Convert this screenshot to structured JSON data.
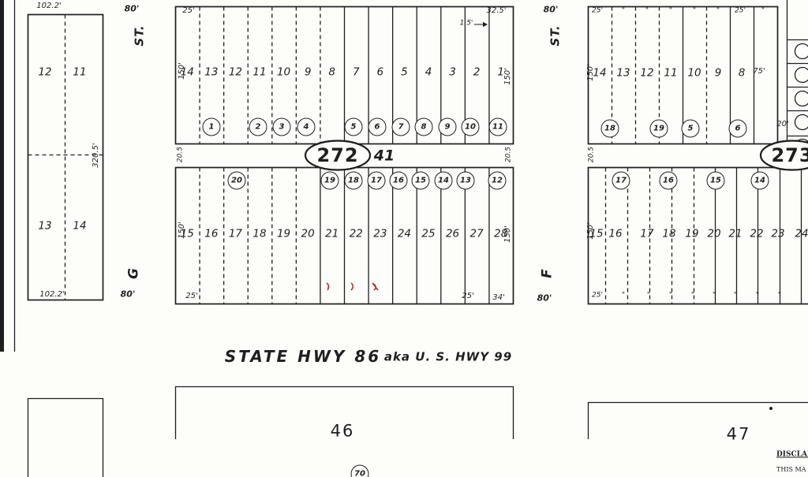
{
  "colors": {
    "ink": "#1f1f1f",
    "red": "#b03030",
    "paper": "#fdfdfa"
  },
  "left_block": {
    "dim_top": "102.2'",
    "dim_bottom": "102.2'",
    "dim_side": "320.5'",
    "lots": [
      "12",
      "11",
      "13",
      "14"
    ]
  },
  "streets": {
    "st_left": {
      "name": "ST.",
      "width": "80'"
    },
    "st_right": {
      "name": "ST.",
      "width": "80'"
    },
    "g_street": {
      "name": "G",
      "width": "80'"
    },
    "f_street": {
      "name": "F",
      "width": "80'"
    },
    "highway": {
      "name": "STATE HWY 86",
      "aka": "aka U. S. HWY 99"
    }
  },
  "block_272": {
    "number": "272",
    "tract": "41",
    "street_dim_left": "20.5",
    "street_dim_right": "20.5",
    "upper": {
      "dim_left_top": "25'",
      "dim_right_top": "32.5'",
      "dim_arrow": "1.5'",
      "dim_depth_left": "150'",
      "dim_depth_right": "150'",
      "lots": [
        "14",
        "13",
        "12",
        "11",
        "10",
        "9",
        "8",
        "7",
        "6",
        "5",
        "4",
        "3",
        "2",
        "1"
      ],
      "pins": [
        "1",
        "2",
        "3",
        "4",
        "5",
        "6",
        "7",
        "8",
        "9",
        "10",
        "11"
      ]
    },
    "lower": {
      "pins": [
        "20",
        "19",
        "18",
        "17",
        "16",
        "15",
        "14",
        "13",
        "12"
      ],
      "lots": [
        "15",
        "16",
        "17",
        "18",
        "19",
        "20",
        "21",
        "22",
        "23",
        "24",
        "25",
        "26",
        "27",
        "28"
      ],
      "dim_depth_left": "150'",
      "dim_depth_right": "150'",
      "dim_bottom_left": "25'",
      "dim_bottom_right_a": "25'",
      "dim_bottom_right_b": "34'"
    }
  },
  "block_273": {
    "number": "273",
    "street_dim_left": "20.5",
    "upper": {
      "ticks_top": [
        "25'",
        "\"",
        "\"",
        "\"",
        "\"",
        "\"",
        "25'",
        "\""
      ],
      "lots": [
        "14",
        "13",
        "12",
        "11",
        "10",
        "9",
        "8"
      ],
      "dim_end": "75'",
      "dim_right": "20'",
      "dim_depth_left": "150'",
      "pins": [
        "18",
        "19",
        "5",
        "6"
      ]
    },
    "lower": {
      "pins": [
        "17",
        "16",
        "15",
        "14"
      ],
      "lots": [
        "15",
        "16",
        "17",
        "18",
        "19",
        "20",
        "21",
        "22",
        "23",
        "24"
      ],
      "dim_depth_left": "150'",
      "ticks_bottom": [
        "25'",
        "\"",
        "\"",
        "\"",
        "\"",
        "\"",
        "\"",
        "\"",
        "\""
      ]
    }
  },
  "block_46": {
    "number": "46",
    "pin": "70"
  },
  "block_47": {
    "number": "47"
  },
  "footer": {
    "disclaimer_title": "DISCLAI",
    "disclaimer_body": "THIS MA"
  }
}
